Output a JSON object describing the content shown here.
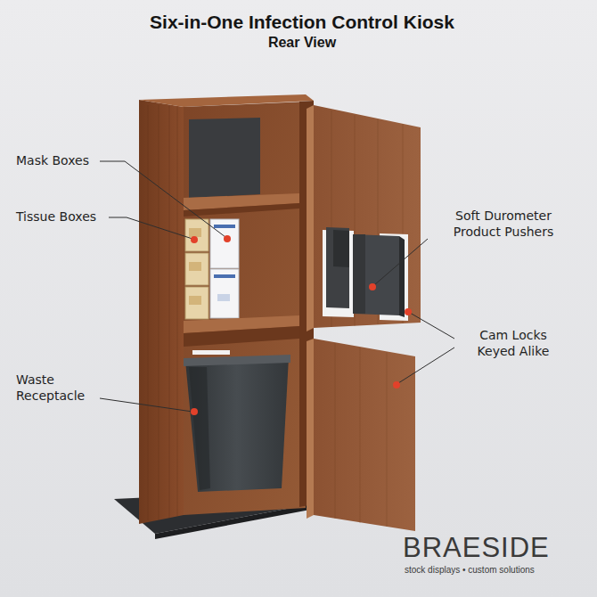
{
  "diagram": {
    "title": "Six-in-One Infection Control Kiosk",
    "labels": [
      "Rear View",
      "Mask Boxes",
      "Tissue Boxes",
      "Soft Durometer Product Pushers",
      "Cam Locks Keyed Alike",
      "Waste Receptacle",
      "BRAESIDE",
      "stock displays • custom solutions"
    ]
  }
}
